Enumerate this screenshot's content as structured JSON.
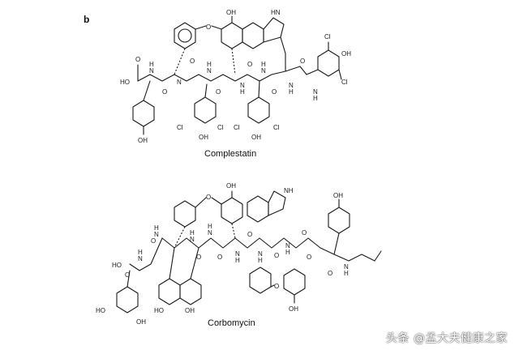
{
  "panel_label": "b",
  "molecule1": {
    "caption": "Complestatin",
    "labels": {
      "oh_top": "OH",
      "o_ether": "O",
      "hn": "HN",
      "cl_r1": "Cl",
      "oh_r": "OH",
      "cl_r2": "Cl",
      "hoo": "HO",
      "o_acid": "O",
      "n1": "N",
      "n2": "N",
      "n3": "N",
      "n4": "N",
      "n5": "N",
      "n6": "N",
      "n7": "N",
      "h1": "H",
      "h2": "H",
      "h3": "H",
      "h4": "H",
      "h5": "H",
      "h6": "H",
      "o1": "O",
      "o2": "O",
      "o3": "O",
      "o4": "O",
      "o5": "O",
      "o6": "O",
      "cl_b1": "Cl",
      "cl_b2": "Cl",
      "cl_b3": "Cl",
      "cl_b4": "Cl",
      "oh_b1": "OH",
      "oh_b2": "OH",
      "oh_bl": "OH"
    }
  },
  "molecule2": {
    "caption": "Corbomycin",
    "labels": {
      "oh_top": "OH",
      "o_ether": "O",
      "nh": "NH",
      "oh_r": "OH",
      "hoo": "HO",
      "o_acid": "O",
      "n1": "N",
      "n2": "N",
      "n3": "N",
      "n4": "N",
      "n5": "N",
      "n6": "N",
      "n7": "N",
      "n8": "N",
      "h1": "H",
      "h2": "H",
      "h3": "H",
      "h4": "H",
      "h5": "H",
      "h6": "H",
      "h7": "H",
      "h8": "H",
      "o1": "O",
      "o2": "O",
      "o3": "O",
      "o4": "O",
      "o5": "O",
      "o6": "O",
      "o7": "O",
      "o8": "O",
      "o_link": "O",
      "oh_low": "OH",
      "oh_bl1": "HO",
      "oh_bl2": "OH",
      "oh_bm1": "HO",
      "oh_bm2": "OH"
    }
  },
  "watermark": "头条 @孟大夫健康之家"
}
